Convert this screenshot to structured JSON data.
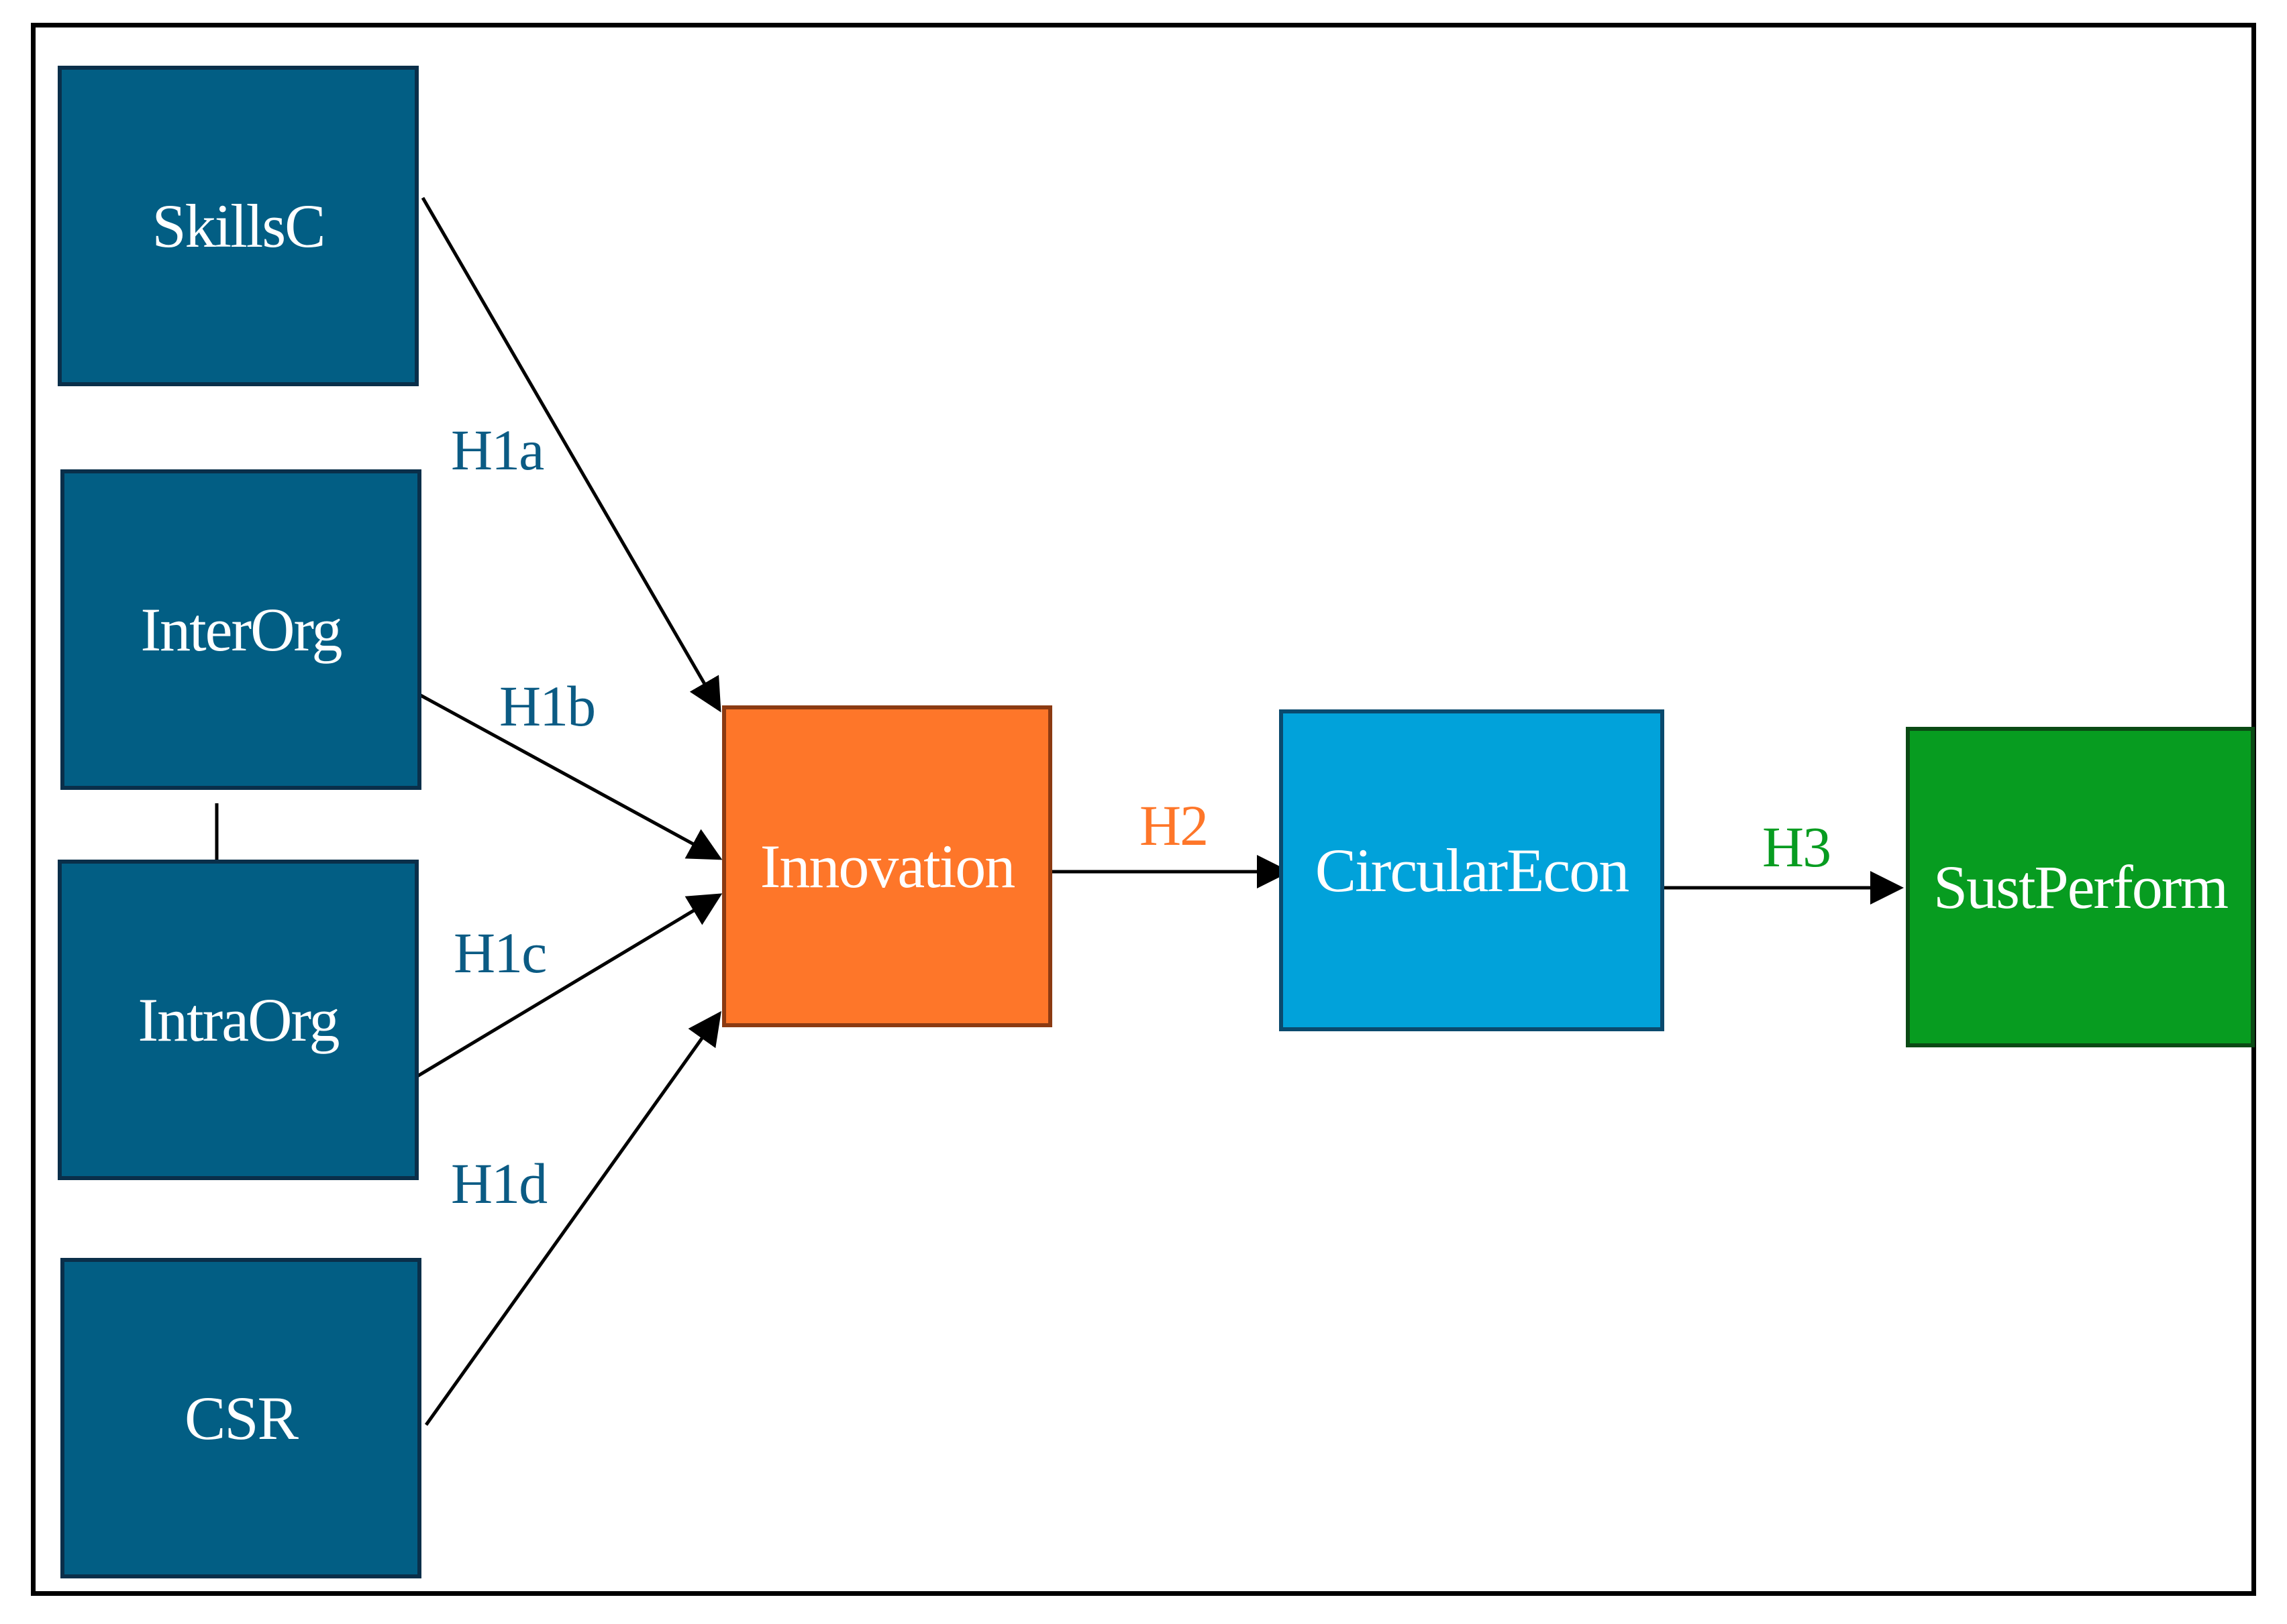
{
  "colors": {
    "construct": "#025e84",
    "innovation": "#fe7629",
    "circular": "#01a2da",
    "sust": "#079c20",
    "hyp_h1": "#0b5b84",
    "hyp_h2": "#fe7629",
    "hyp_h3": "#079c20",
    "edge": "#000000"
  },
  "nodes": {
    "skills": "SkillsC",
    "interorg": "InterOrg",
    "intraorg": "IntraOrg",
    "csr": "CSR",
    "innovation": "Innovation",
    "circular": "CircularEcon",
    "sust": "SustPerform"
  },
  "hypotheses": {
    "h1a": "H1a",
    "h1b": "H1b",
    "h1c": "H1c",
    "h1d": "H1d",
    "h2": "H2",
    "h3": "H3"
  }
}
